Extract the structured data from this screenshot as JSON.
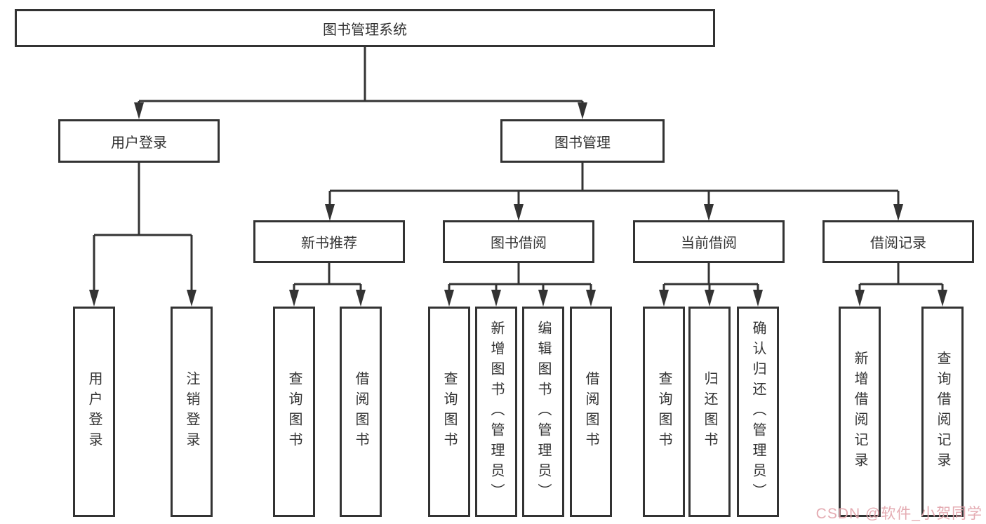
{
  "colors": {
    "line": "#333333",
    "box_border": "#333333",
    "text": "#333333",
    "watermark": "#e3a7ae",
    "background": "#ffffff"
  },
  "tree": {
    "root": "图书管理系统",
    "level2": {
      "login": "用户登录",
      "manage": "图书管理"
    },
    "level3": {
      "recommend": "新书推荐",
      "borrow": "图书借阅",
      "current": "当前借阅",
      "records": "借阅记录"
    },
    "leaves": {
      "login": [
        "用户登录",
        "注销登录"
      ],
      "recommend": [
        "查询图书",
        "借阅图书"
      ],
      "borrow": [
        "查询图书",
        "新增图书（管理员）",
        "编辑图书（管理员）",
        "借阅图书"
      ],
      "current": [
        "查询图书",
        "归还图书",
        "确认归还（管理员）"
      ],
      "records": [
        "新增借阅记录",
        "查询借阅记录"
      ]
    }
  },
  "watermark": {
    "text": "CSDN @软件_小贺同学"
  }
}
